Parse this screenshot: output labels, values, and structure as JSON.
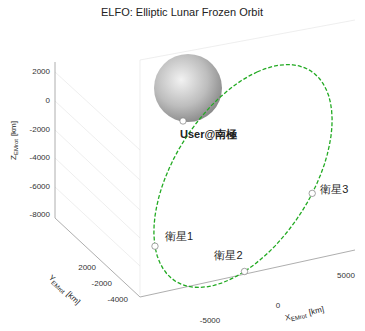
{
  "diagram": {
    "title": "ELFO: Elliptic Lunar Frozen Orbit",
    "labels": [
      "2000",
      "0",
      "-2000",
      "-4000",
      "-6000",
      "-8000",
      "Z",
      "EMrot",
      "[km]",
      "2000",
      "-2000",
      "-4000",
      "Y",
      "EMrot",
      "[km]",
      "-5000",
      "0",
      "5000",
      "X",
      "EMrot",
      "[km]",
      "User@南極",
      "衛星1",
      "衛星2",
      "衛星3"
    ]
  }
}
